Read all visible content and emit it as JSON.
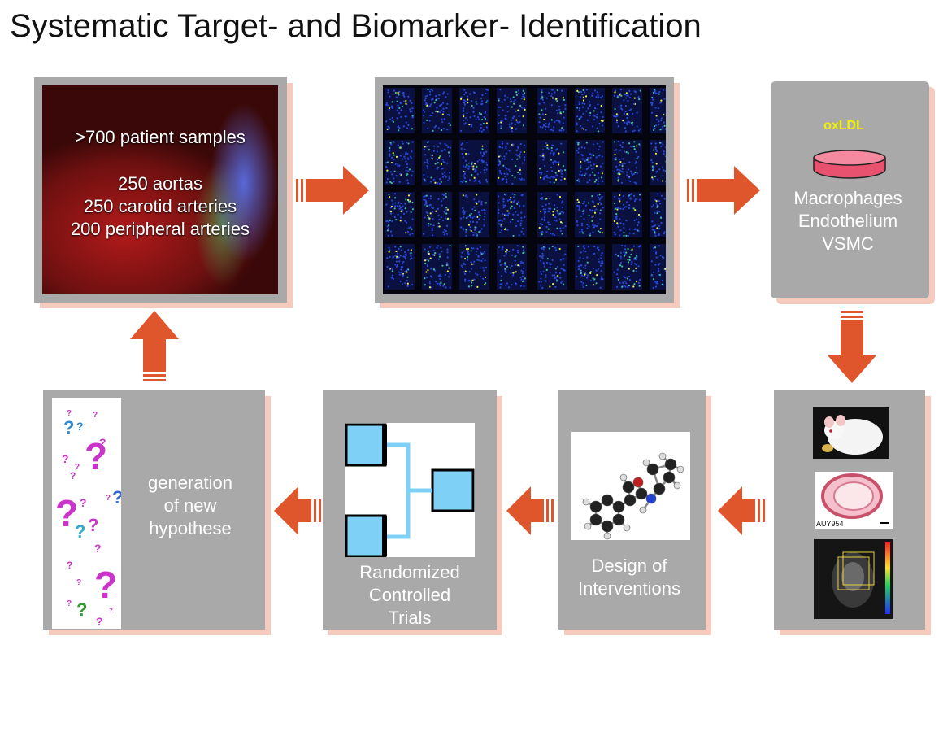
{
  "title": "Systematic Target- and Biomarker- Identification",
  "samples_panel": {
    "line1": ">700 patient samples",
    "line2": "250 aortas",
    "line3": "250 carotid arteries",
    "line4": "200 peripheral arteries"
  },
  "cells_panel": {
    "reagent": "oxLDL",
    "line1": "Macrophages",
    "line2": "Endothelium",
    "line3": "VSMC"
  },
  "models_panel": {
    "histology_label": "AUY954"
  },
  "interventions_panel": {
    "line1": "Design of",
    "line2": "Interventions"
  },
  "trials_panel": {
    "line1": "Randomized",
    "line2": "Controlled",
    "line3": "Trials"
  },
  "hypothesis_panel": {
    "line1": "generation",
    "line2": "of new",
    "line3": "hypothese"
  },
  "colors": {
    "arrow": "#e0562c",
    "panel": "#a9a9a9",
    "shadow": "#f6cbbd",
    "oxldl": "#f2f200",
    "tree_box": "#7fd0f7",
    "question_mark": "#cc33cc"
  }
}
